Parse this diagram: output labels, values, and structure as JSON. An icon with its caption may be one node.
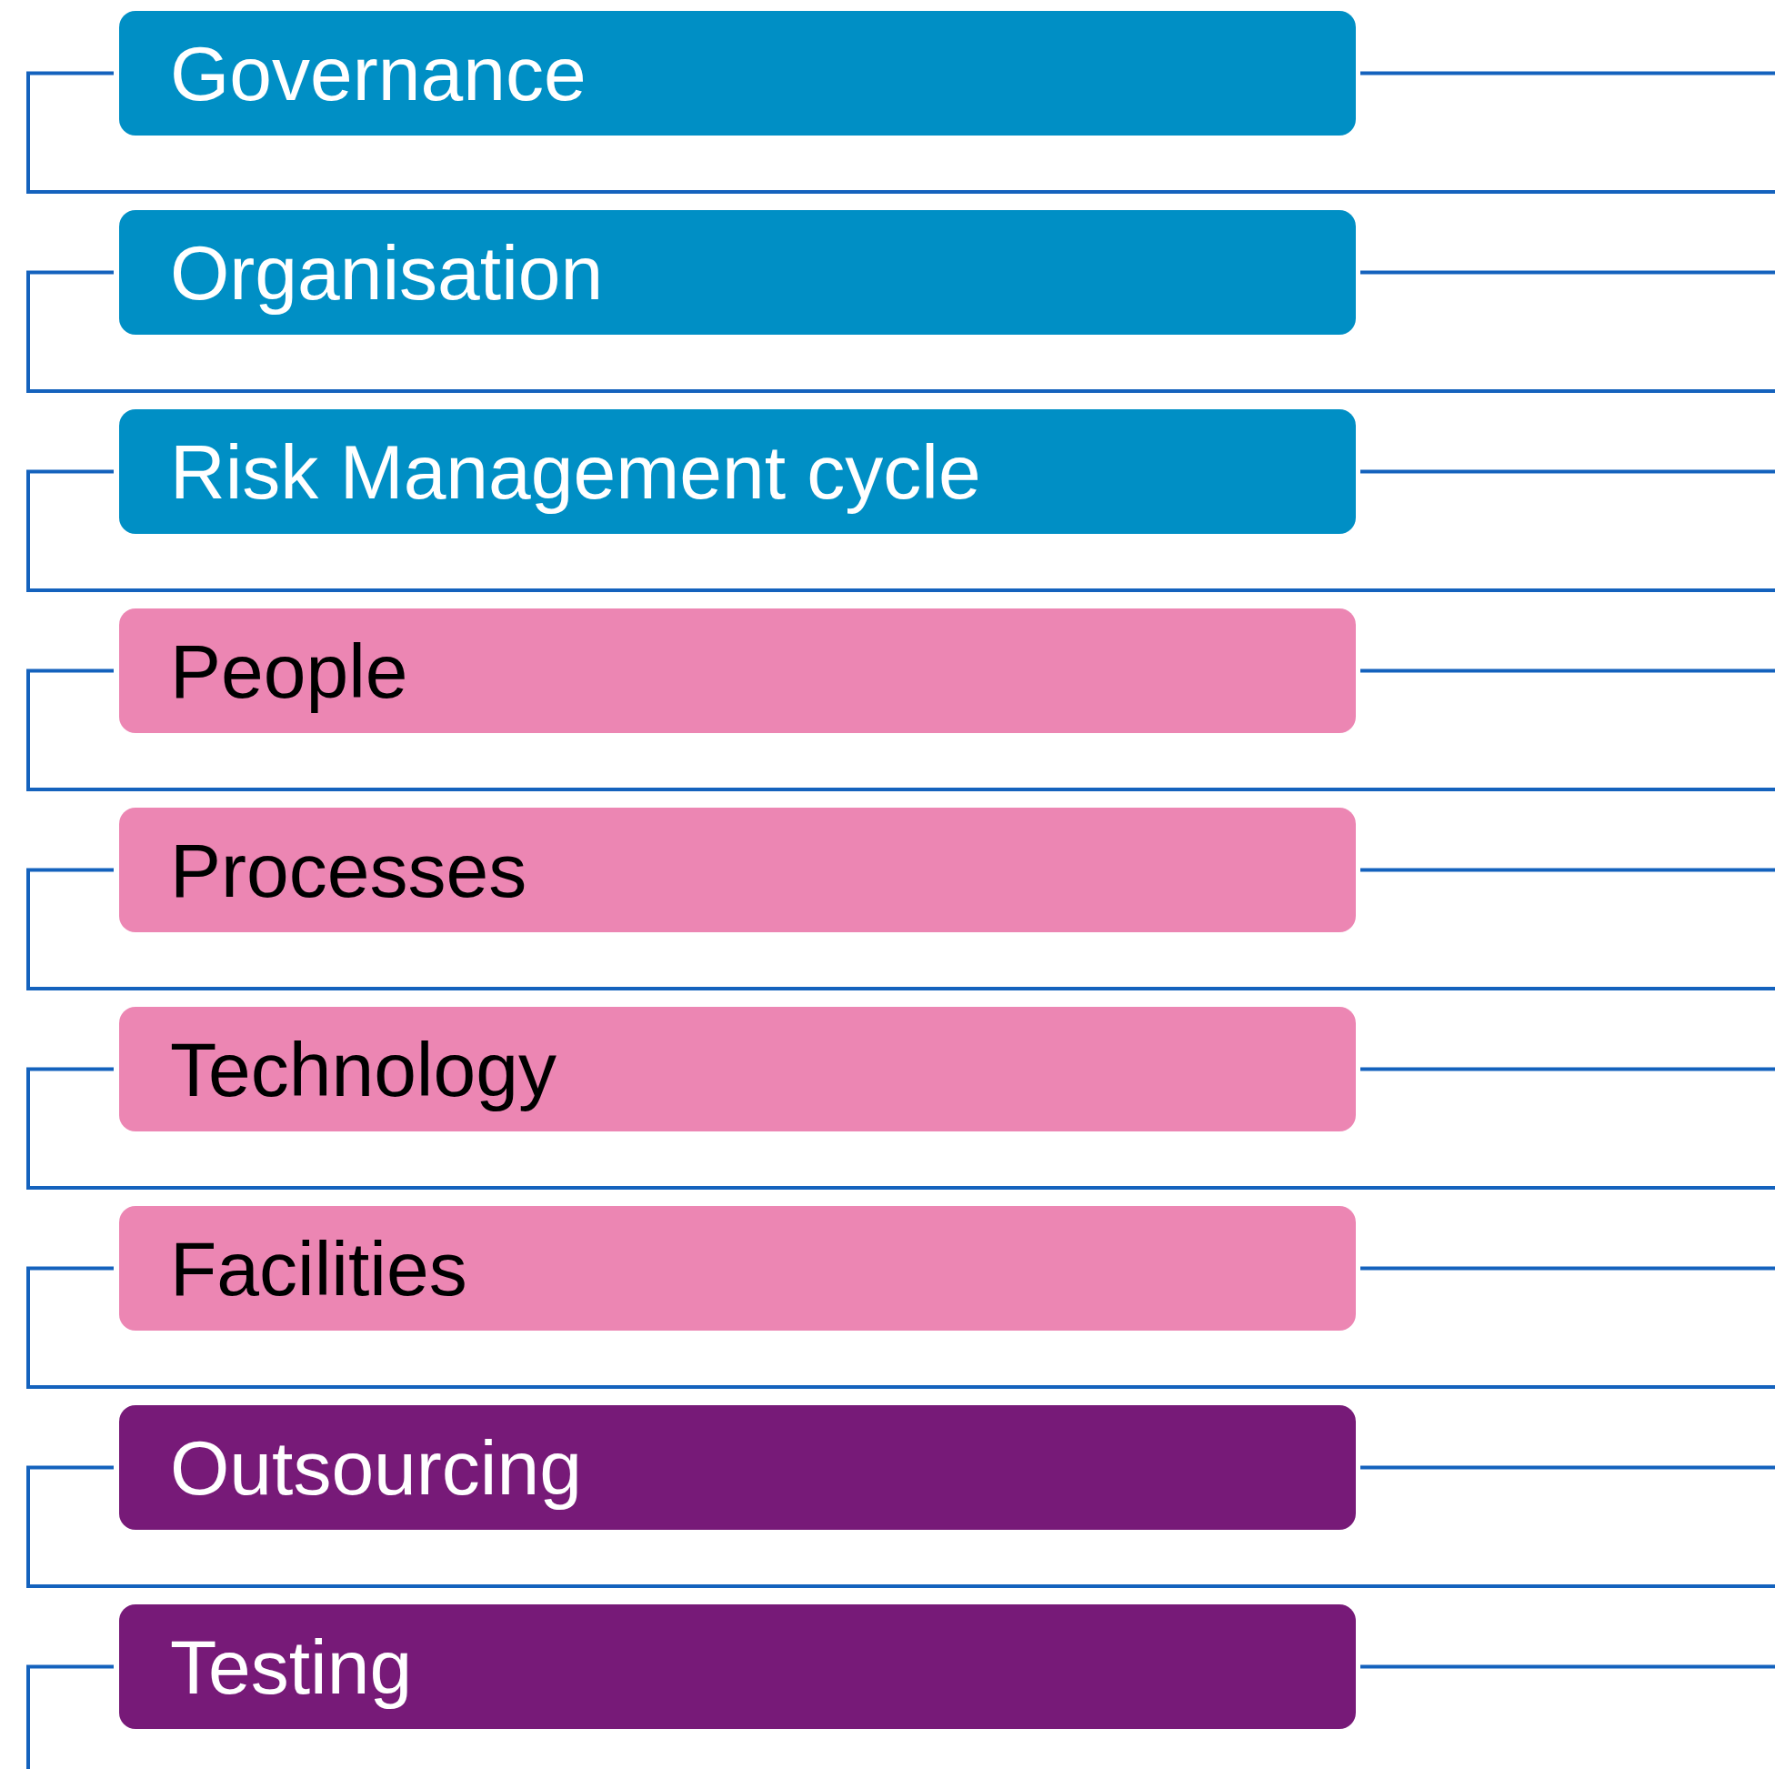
{
  "diagram": {
    "nodes": [
      {
        "text": [
          "Governance"
        ]
      },
      {
        "text": [
          "Organisation"
        ]
      },
      {
        "text": [
          "Risk Management cycle"
        ]
      },
      {
        "text": [
          "People"
        ]
      },
      {
        "text": [
          "Processes"
        ]
      },
      {
        "text": [
          "Technology"
        ]
      },
      {
        "text": [
          "Facilities"
        ]
      },
      {
        "text": [
          "Outsourcing"
        ]
      },
      {
        "text": [
          "Testing"
        ]
      }
    ]
  }
}
